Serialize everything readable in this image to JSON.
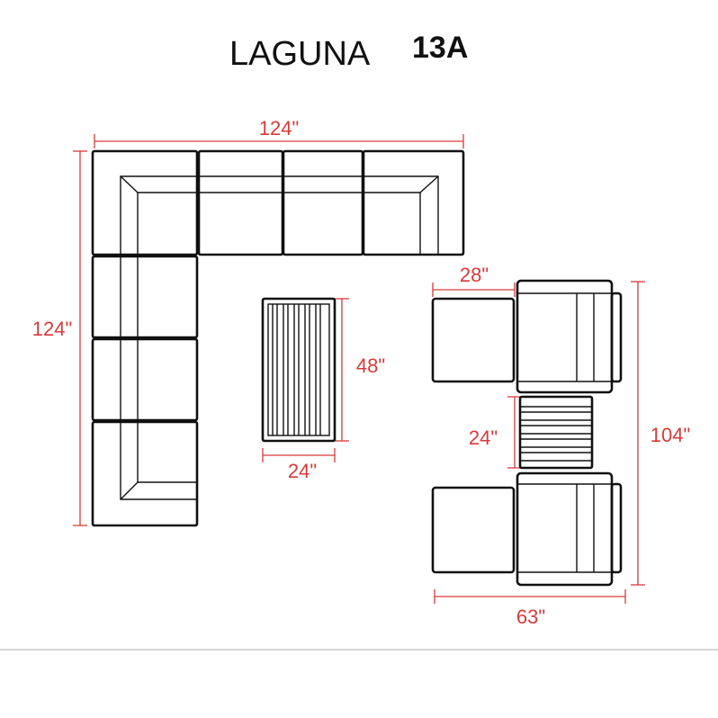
{
  "title": {
    "name": "LAGUNA",
    "code": "13A"
  },
  "colors": {
    "dimension": "#d93a3a",
    "outline": "#111111",
    "rule": "#bdbdbd"
  },
  "dimensions": {
    "sectional_width": "124\"",
    "sectional_depth": "124\"",
    "coffee_table_length": "48\"",
    "coffee_table_width": "24\"",
    "ottoman_width": "28\"",
    "side_table_width": "24\"",
    "chair_group_depth": "104\"",
    "chair_group_width": "63\""
  }
}
